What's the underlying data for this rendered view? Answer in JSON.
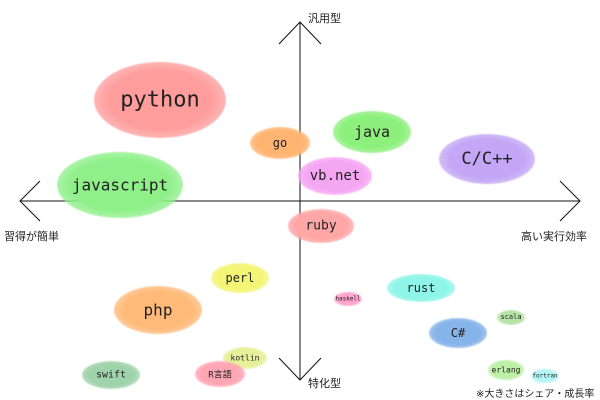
{
  "axes": {
    "top": "汎用型",
    "bottom": "特化型",
    "left": "習得が簡単",
    "right": "高い実行効率"
  },
  "note": "※大きさはシェア・成長率",
  "languages": [
    {
      "name": "python",
      "color": "#ff9d9d"
    },
    {
      "name": "go",
      "color": "#ffb571"
    },
    {
      "name": "java",
      "color": "#8df07c"
    },
    {
      "name": "C/C++",
      "color": "#c3a6f5"
    },
    {
      "name": "javascript",
      "color": "#8ff08a"
    },
    {
      "name": "vb.net",
      "color": "#f5a6f2"
    },
    {
      "name": "ruby",
      "color": "#ffa6a6"
    },
    {
      "name": "perl",
      "color": "#f4f574"
    },
    {
      "name": "haskell",
      "color": "#ffa6cc"
    },
    {
      "name": "rust",
      "color": "#8ef5e8"
    },
    {
      "name": "php",
      "color": "#ffba79"
    },
    {
      "name": "scala",
      "color": "#b6e3a6"
    },
    {
      "name": "C#",
      "color": "#86b4ea"
    },
    {
      "name": "kotlin",
      "color": "#e6f09a"
    },
    {
      "name": "swift",
      "color": "#9fd3ab"
    },
    {
      "name": "R言語",
      "color": "#ffa6b4"
    },
    {
      "name": "erlang",
      "color": "#bdf0a6"
    },
    {
      "name": "fortran",
      "color": "#b5f5f5"
    }
  ]
}
